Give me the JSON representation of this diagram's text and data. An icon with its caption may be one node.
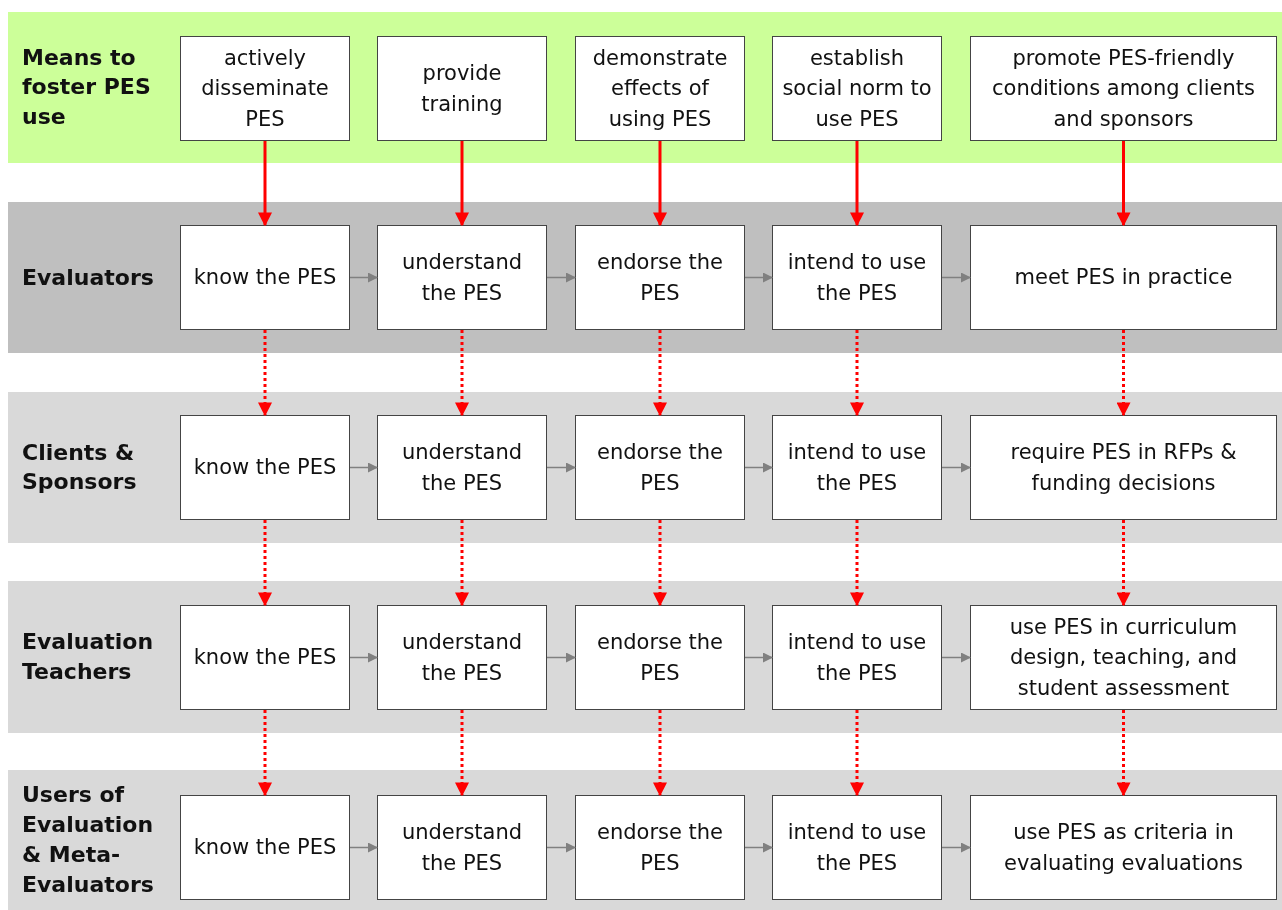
{
  "diagram": {
    "nodes": [
      {
        "text": [
          "Means to foster PES use"
        ]
      },
      {
        "text": [
          "actively disseminate PES"
        ],
        "in": 0
      },
      {
        "text": [
          "provide training"
        ],
        "in": 0
      },
      {
        "text": [
          "demonstrate effects of using PES"
        ],
        "in": 0
      },
      {
        "text": [
          "establish social norm to use PES"
        ],
        "in": 0
      },
      {
        "text": [
          "promote PES-friendly conditions among clients and sponsors"
        ],
        "in": 0
      },
      {
        "text": [
          "Evaluators"
        ]
      },
      {
        "text": [
          "know the PES"
        ],
        "in": 6
      },
      {
        "text": [
          "understand the PES"
        ],
        "in": 6
      },
      {
        "text": [
          "endorse the PES"
        ],
        "in": 6
      },
      {
        "text": [
          "intend to use the PES"
        ],
        "in": 6
      },
      {
        "text": [
          "meet PES in practice"
        ],
        "in": 6
      },
      {
        "text": [
          "Clients & Sponsors"
        ]
      },
      {
        "text": [
          "know the PES"
        ],
        "in": 12
      },
      {
        "text": [
          "understand the PES"
        ],
        "in": 12
      },
      {
        "text": [
          "endorse the PES"
        ],
        "in": 12
      },
      {
        "text": [
          "intend to use the PES"
        ],
        "in": 12
      },
      {
        "text": [
          "require PES in RFPs & funding decisions"
        ],
        "in": 12
      },
      {
        "text": [
          "Evaluation Teachers"
        ]
      },
      {
        "text": [
          "know the PES"
        ],
        "in": 18
      },
      {
        "text": [
          "understand the PES"
        ],
        "in": 18
      },
      {
        "text": [
          "endorse the PES"
        ],
        "in": 18
      },
      {
        "text": [
          "intend to use the PES"
        ],
        "in": 18
      },
      {
        "text": [
          "use PES in curriculum design, teaching, and student assessment"
        ],
        "in": 18
      },
      {
        "text": [
          "Users of Evaluation & Meta-Evaluators"
        ]
      },
      {
        "text": [
          "know the PES"
        ],
        "in": 24
      },
      {
        "text": [
          "understand the PES"
        ],
        "in": 24
      },
      {
        "text": [
          "endorse the PES"
        ],
        "in": 24
      },
      {
        "text": [
          "intend to use the PES"
        ],
        "in": 24
      },
      {
        "text": [
          "use PES as criteria in evaluating evaluations"
        ],
        "in": 24
      }
    ],
    "edges": [
      {
        "from": 1,
        "to": 7,
        "arrow": "to"
      },
      {
        "from": 2,
        "to": 8,
        "arrow": "to"
      },
      {
        "from": 3,
        "to": 9,
        "arrow": "to"
      },
      {
        "from": 4,
        "to": 10,
        "arrow": "to"
      },
      {
        "from": 5,
        "to": 11,
        "arrow": "to"
      },
      {
        "from": 7,
        "to": 8,
        "arrow": "to",
        "color": "#808080"
      },
      {
        "from": 8,
        "to": 9,
        "arrow": "to",
        "color": "#808080"
      },
      {
        "from": 9,
        "to": 10,
        "arrow": "to",
        "color": "#808080"
      },
      {
        "from": 10,
        "to": 11,
        "arrow": "to",
        "color": "#808080"
      },
      {
        "from": 7,
        "to": 13,
        "arrow": "to",
        "style": "dashed"
      },
      {
        "from": 8,
        "to": 14,
        "arrow": "to",
        "style": "dashed"
      },
      {
        "from": 9,
        "to": 15,
        "arrow": "to",
        "style": "dashed"
      },
      {
        "from": 10,
        "to": 16,
        "arrow": "to",
        "style": "dashed"
      },
      {
        "from": 11,
        "to": 17,
        "arrow": "to",
        "style": "dashed"
      },
      {
        "from": 13,
        "to": 14,
        "arrow": "to",
        "color": "#808080"
      },
      {
        "from": 14,
        "to": 15,
        "arrow": "to",
        "color": "#808080"
      },
      {
        "from": 15,
        "to": 16,
        "arrow": "to",
        "color": "#808080"
      },
      {
        "from": 16,
        "to": 17,
        "arrow": "to",
        "color": "#808080"
      },
      {
        "from": 13,
        "to": 19,
        "arrow": "to",
        "style": "dashed"
      },
      {
        "from": 14,
        "to": 20,
        "arrow": "to",
        "style": "dashed"
      },
      {
        "from": 15,
        "to": 21,
        "arrow": "to",
        "style": "dashed"
      },
      {
        "from": 16,
        "to": 22,
        "arrow": "to",
        "style": "dashed"
      },
      {
        "from": 17,
        "to": 23,
        "arrow": "to",
        "style": "dashed"
      },
      {
        "from": 19,
        "to": 20,
        "arrow": "to",
        "color": "#808080"
      },
      {
        "from": 20,
        "to": 21,
        "arrow": "to",
        "color": "#808080"
      },
      {
        "from": 21,
        "to": 22,
        "arrow": "to",
        "color": "#808080"
      },
      {
        "from": 22,
        "to": 23,
        "arrow": "to",
        "color": "#808080"
      },
      {
        "from": 19,
        "to": 25,
        "arrow": "to",
        "style": "dashed"
      },
      {
        "from": 20,
        "to": 26,
        "arrow": "to",
        "style": "dashed"
      },
      {
        "from": 21,
        "to": 27,
        "arrow": "to",
        "style": "dashed"
      },
      {
        "from": 22,
        "to": 28,
        "arrow": "to",
        "style": "dashed"
      },
      {
        "from": 23,
        "to": 29,
        "arrow": "to",
        "style": "dashed"
      },
      {
        "from": 25,
        "to": 26,
        "arrow": "to",
        "color": "#808080"
      },
      {
        "from": 26,
        "to": 27,
        "arrow": "to",
        "color": "#808080"
      },
      {
        "from": 27,
        "to": 28,
        "arrow": "to",
        "color": "#808080"
      },
      {
        "from": 28,
        "to": 29,
        "arrow": "to",
        "color": "#808080"
      }
    ]
  }
}
